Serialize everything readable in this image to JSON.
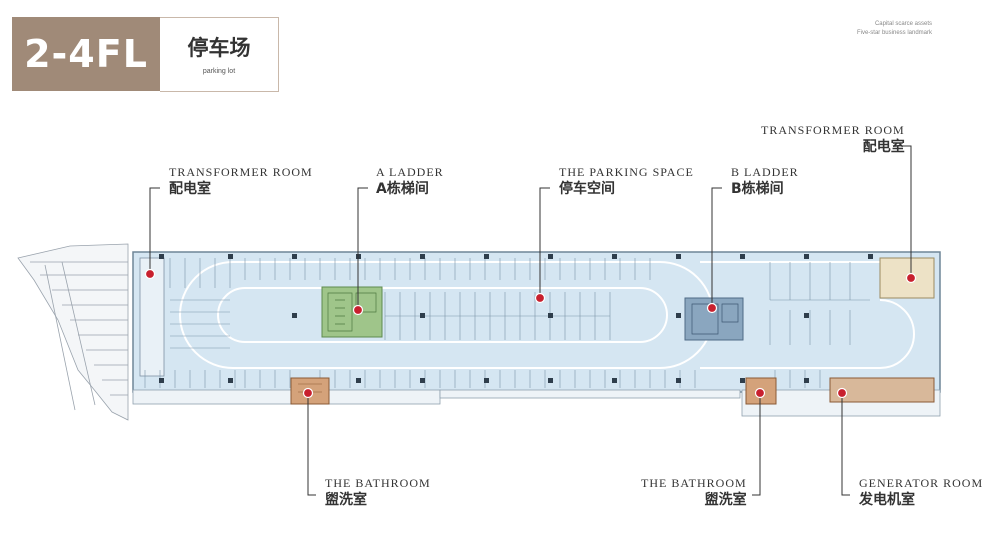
{
  "header": {
    "floor": "2-4FL",
    "title_cn": "停车场",
    "title_en": "parking lot"
  },
  "brand": {
    "line1": "Capital scarce assets",
    "line2": "Five-star business landmark"
  },
  "callouts": {
    "transformer_left": {
      "en": "TRANSFORMER ROOM",
      "cn": "配电室"
    },
    "a_ladder": {
      "en": "A LADDER",
      "cn": "A栋梯间"
    },
    "parking_space": {
      "en": "THE PARKING SPACE",
      "cn": "停车空间"
    },
    "b_ladder": {
      "en": "B LADDER",
      "cn": "B栋梯间"
    },
    "transformer_right": {
      "en": "TRANSFORMER ROOM",
      "cn": "配电室"
    },
    "bathroom_left": {
      "en": "THE BATHROOM",
      "cn": "盥洗室"
    },
    "bathroom_right": {
      "en": "THE BATHROOM",
      "cn": "盥洗室"
    },
    "generator_room": {
      "en": "GENERATOR ROOM",
      "cn": "发电机室"
    }
  },
  "colors": {
    "header_bg": "#a08a78",
    "marker": "#c8202e",
    "floor_fill": "#d5e6f2",
    "core_a": "#9fc58a",
    "core_b": "#8aa6bf",
    "bathroom": "#d4a27a",
    "transformer": "#ede2c6",
    "generator": "#d8b89a"
  }
}
